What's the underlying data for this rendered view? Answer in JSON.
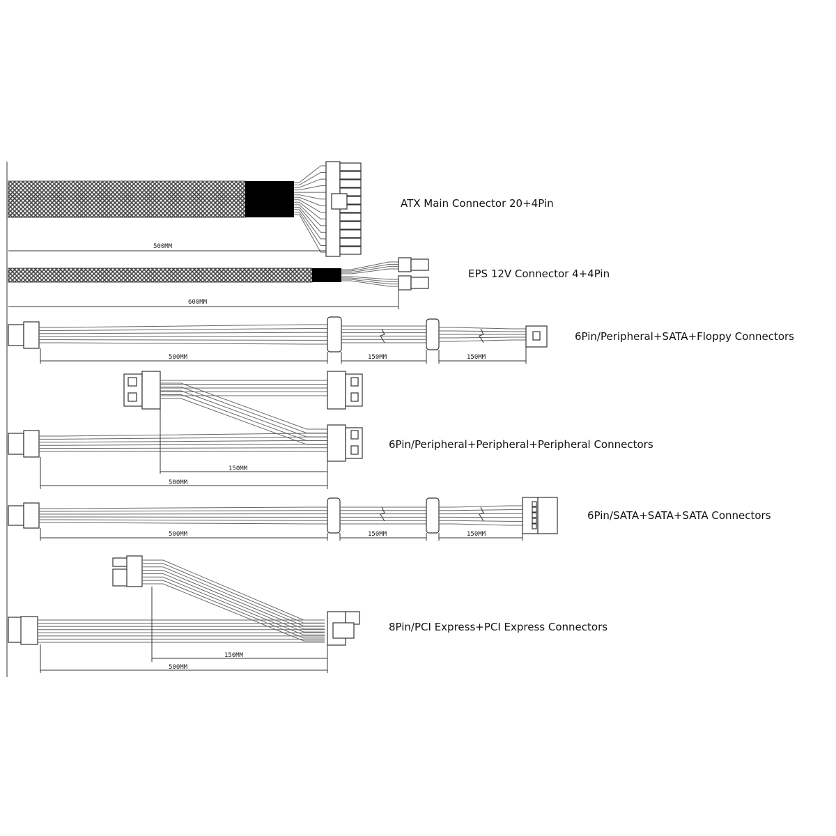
{
  "cables": [
    {
      "title": "ATX Main Connector 20+4Pin",
      "dims": [
        "500MM"
      ]
    },
    {
      "title": "EPS 12V Connector 4+4Pin",
      "dims": [
        "600MM"
      ]
    },
    {
      "title": "6Pin/Peripheral+SATA+Floppy Connectors",
      "dims": [
        "500MM",
        "150MM",
        "150MM"
      ]
    },
    {
      "title": "6Pin/Peripheral+Peripheral+Peripheral Connectors",
      "dims": [
        "150MM",
        "500MM"
      ]
    },
    {
      "title": "6Pin/SATA+SATA+SATA Connectors",
      "dims": [
        "500MM",
        "150MM",
        "150MM"
      ]
    },
    {
      "title": "8Pin/PCI Express+PCI Express Connectors",
      "dims": [
        "150MM",
        "500MM"
      ]
    }
  ],
  "colors": {
    "line": "#333333",
    "wire": "#666666",
    "sleeve": "#000000"
  }
}
